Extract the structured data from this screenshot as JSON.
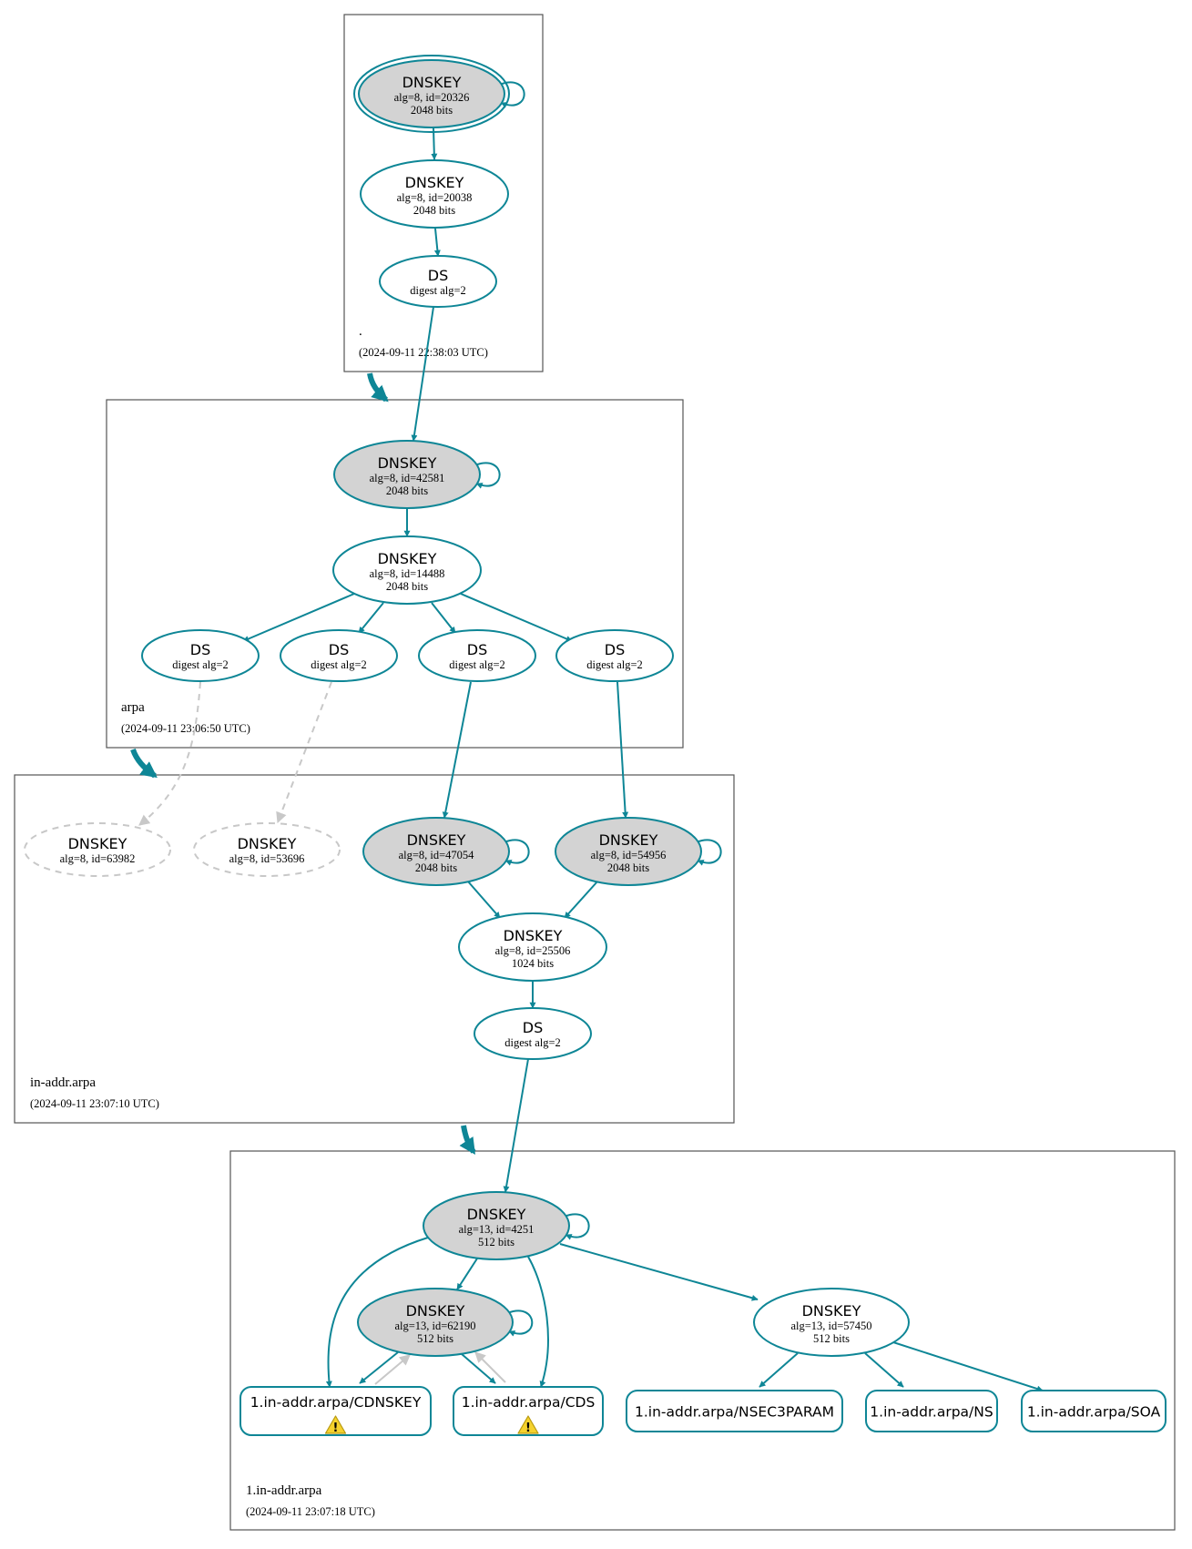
{
  "colors": {
    "edge": "#0e8696",
    "grey_fill": "#d3d3d3",
    "dashed": "#c8c8c8",
    "cluster_border": "#555555",
    "warn_fill": "#f5d22e"
  },
  "zones": [
    {
      "id": "root",
      "name": ".",
      "timestamp": "(2024-09-11 22:38:03 UTC)"
    },
    {
      "id": "arpa",
      "name": "arpa",
      "timestamp": "(2024-09-11 23:06:50 UTC)"
    },
    {
      "id": "inaddr",
      "name": "in-addr.arpa",
      "timestamp": "(2024-09-11 23:07:10 UTC)"
    },
    {
      "id": "one",
      "name": "1.in-addr.arpa",
      "timestamp": "(2024-09-11 23:07:18 UTC)"
    }
  ],
  "nodes": [
    {
      "id": "r_ksk",
      "title": "DNSKEY",
      "l1": "alg=8, id=20326",
      "l2": "2048 bits",
      "filled": true,
      "double": true,
      "self_loop": true
    },
    {
      "id": "r_zsk",
      "title": "DNSKEY",
      "l1": "alg=8, id=20038",
      "l2": "2048 bits"
    },
    {
      "id": "r_ds",
      "title": "DS",
      "l1": "digest alg=2"
    },
    {
      "id": "a_ksk",
      "title": "DNSKEY",
      "l1": "alg=8, id=42581",
      "l2": "2048 bits",
      "filled": true,
      "self_loop": true
    },
    {
      "id": "a_zsk",
      "title": "DNSKEY",
      "l1": "alg=8, id=14488",
      "l2": "2048 bits"
    },
    {
      "id": "a_ds1",
      "title": "DS",
      "l1": "digest alg=2"
    },
    {
      "id": "a_ds2",
      "title": "DS",
      "l1": "digest alg=2"
    },
    {
      "id": "a_ds3",
      "title": "DS",
      "l1": "digest alg=2"
    },
    {
      "id": "a_ds4",
      "title": "DS",
      "l1": "digest alg=2"
    },
    {
      "id": "i_k1",
      "title": "DNSKEY",
      "l1": "alg=8, id=63982",
      "dashed": true
    },
    {
      "id": "i_k2",
      "title": "DNSKEY",
      "l1": "alg=8, id=53696",
      "dashed": true
    },
    {
      "id": "i_k3",
      "title": "DNSKEY",
      "l1": "alg=8, id=47054",
      "l2": "2048 bits",
      "filled": true,
      "self_loop": true
    },
    {
      "id": "i_k4",
      "title": "DNSKEY",
      "l1": "alg=8, id=54956",
      "l2": "2048 bits",
      "filled": true,
      "self_loop": true
    },
    {
      "id": "i_zsk",
      "title": "DNSKEY",
      "l1": "alg=8, id=25506",
      "l2": "1024 bits"
    },
    {
      "id": "i_ds",
      "title": "DS",
      "l1": "digest alg=2"
    },
    {
      "id": "o_ksk",
      "title": "DNSKEY",
      "l1": "alg=13, id=4251",
      "l2": "512 bits",
      "filled": true,
      "self_loop": true
    },
    {
      "id": "o_k2",
      "title": "DNSKEY",
      "l1": "alg=13, id=62190",
      "l2": "512 bits",
      "filled": true,
      "self_loop": true
    },
    {
      "id": "o_zsk",
      "title": "DNSKEY",
      "l1": "alg=13, id=57450",
      "l2": "512 bits"
    },
    {
      "id": "o_cdnskey",
      "title": "1.in-addr.arpa/CDNSKEY",
      "rrset": true,
      "warning": true
    },
    {
      "id": "o_cds",
      "title": "1.in-addr.arpa/CDS",
      "rrset": true,
      "warning": true
    },
    {
      "id": "o_nsec3param",
      "title": "1.in-addr.arpa/NSEC3PARAM",
      "rrset": true
    },
    {
      "id": "o_ns",
      "title": "1.in-addr.arpa/NS",
      "rrset": true
    },
    {
      "id": "o_soa",
      "title": "1.in-addr.arpa/SOA",
      "rrset": true
    }
  ],
  "edges": [
    {
      "from": "r_ksk",
      "to": "r_zsk"
    },
    {
      "from": "r_zsk",
      "to": "r_ds"
    },
    {
      "from": "r_ds",
      "to": "a_ksk"
    },
    {
      "from": "a_ksk",
      "to": "a_zsk"
    },
    {
      "from": "a_zsk",
      "to": "a_ds1"
    },
    {
      "from": "a_zsk",
      "to": "a_ds2"
    },
    {
      "from": "a_zsk",
      "to": "a_ds3"
    },
    {
      "from": "a_zsk",
      "to": "a_ds4"
    },
    {
      "from": "a_ds1",
      "to": "i_k1",
      "style": "dashed"
    },
    {
      "from": "a_ds2",
      "to": "i_k2",
      "style": "dashed"
    },
    {
      "from": "a_ds3",
      "to": "i_k3"
    },
    {
      "from": "a_ds4",
      "to": "i_k4"
    },
    {
      "from": "i_k3",
      "to": "i_zsk"
    },
    {
      "from": "i_k4",
      "to": "i_zsk"
    },
    {
      "from": "i_zsk",
      "to": "i_ds"
    },
    {
      "from": "i_ds",
      "to": "o_ksk"
    },
    {
      "from": "o_ksk",
      "to": "o_k2"
    },
    {
      "from": "o_ksk",
      "to": "o_zsk"
    },
    {
      "from": "o_ksk",
      "to": "o_cdnskey"
    },
    {
      "from": "o_ksk",
      "to": "o_cds"
    },
    {
      "from": "o_k2",
      "to": "o_cdnskey"
    },
    {
      "from": "o_k2",
      "to": "o_cds"
    },
    {
      "from": "o_cdnskey",
      "to": "o_k2",
      "style": "grey"
    },
    {
      "from": "o_cds",
      "to": "o_k2",
      "style": "grey"
    },
    {
      "from": "o_zsk",
      "to": "o_nsec3param"
    },
    {
      "from": "o_zsk",
      "to": "o_ns"
    },
    {
      "from": "o_zsk",
      "to": "o_soa"
    }
  ],
  "delegations": [
    {
      "from": "root",
      "to": "arpa"
    },
    {
      "from": "arpa",
      "to": "inaddr"
    },
    {
      "from": "inaddr",
      "to": "one"
    }
  ]
}
